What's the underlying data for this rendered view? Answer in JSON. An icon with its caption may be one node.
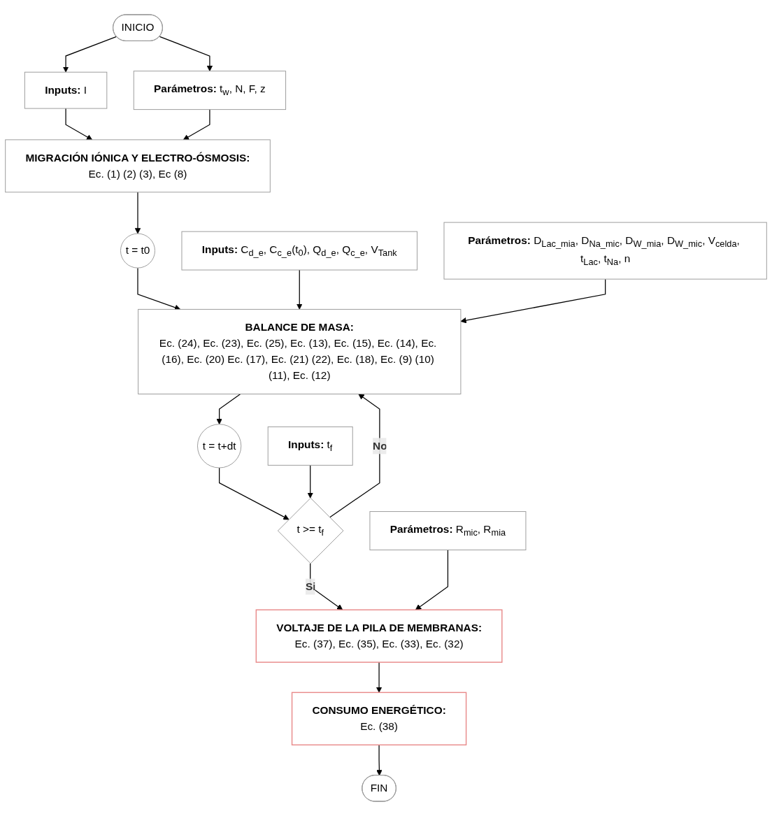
{
  "diagram": {
    "nodes": [
      {
        "text": [
          "INICIO"
        ]
      },
      {
        "text": [
          "**Inputs:** I"
        ]
      },
      {
        "text": [
          "**Parámetros:** t$_{w}$, N, F, z"
        ]
      },
      {
        "text": [
          "MIGRACIÓN IÓNICA Y ELECTRO-ÓSMOSIS:",
          "Ec. (1) (2) (3), Ec (8)"
        ]
      },
      {
        "text": [
          "t = t0"
        ]
      },
      {
        "text": [
          "**Inputs:** C$_{d_e}$, C$_{c_e}$(t$_{0}$), Q$_{d_e}$, Q$_{c_e}$, V$_{Tank}$"
        ]
      },
      {
        "text": [
          "**Parámetros:** D$_{Lac_mia}$, D$_{Na_mic}$, D$_{W_mia}$, D$_{W_mic}$, V$_{celda}$, t$_{Lac}$, t$_{Na}$, n"
        ]
      },
      {
        "text": [
          "BALANCE DE MASA:",
          "Ec. (24), Ec. (23), Ec. (25), Ec. (13), Ec. (15), Ec. (14), Ec. (16), Ec. (20) Ec. (17), Ec. (21) (22), Ec. (18), Ec. (9) (10) (11), Ec. (12)"
        ]
      },
      {
        "text": [
          "t = t+dt"
        ]
      },
      {
        "text": [
          "t >= t$_{f}$"
        ]
      },
      {
        "text": [
          "**Inputs:** t$_{f}$"
        ]
      },
      {
        "text": [
          "VOLTAJE DE LA PILA DE MEMBRANAS:",
          "Ec. (37), Ec. (35), Ec. (33), Ec. (32)"
        ]
      },
      {
        "text": [
          "**Parámetros:** R$_{mic}$, R$_{mia}$"
        ]
      },
      {
        "text": [
          "CONSUMO ENERGÉTICO:",
          "Ec. (38)"
        ]
      },
      {
        "text": [
          "FIN"
        ]
      }
    ],
    "edges": [
      {
        "from": 0,
        "to": 1,
        "arrow": "to"
      },
      {
        "from": 0,
        "to": 2,
        "arrow": "to"
      },
      {
        "from": 1,
        "to": 3,
        "arrow": "to"
      },
      {
        "from": 2,
        "to": 3,
        "arrow": "to"
      },
      {
        "from": 3,
        "to": 4,
        "arrow": "to"
      },
      {
        "from": 4,
        "to": 7,
        "arrow": "to"
      },
      {
        "from": 5,
        "to": 7,
        "arrow": "to"
      },
      {
        "from": 6,
        "to": 7,
        "arrow": "to"
      },
      {
        "from": 7,
        "to": 8,
        "arrow": "to"
      },
      {
        "from": 8,
        "to": 9,
        "arrow": "to"
      },
      {
        "from": 10,
        "to": 9,
        "arrow": "to"
      },
      {
        "from": 9,
        "to": 7,
        "arrow": "to",
        "label": "No"
      },
      {
        "from": 9,
        "to": 11,
        "arrow": "to",
        "label": "Si"
      },
      {
        "from": 12,
        "to": 11,
        "arrow": "to"
      },
      {
        "from": 11,
        "to": 13,
        "arrow": "to"
      },
      {
        "from": 13,
        "to": 14,
        "arrow": "to"
      }
    ]
  }
}
